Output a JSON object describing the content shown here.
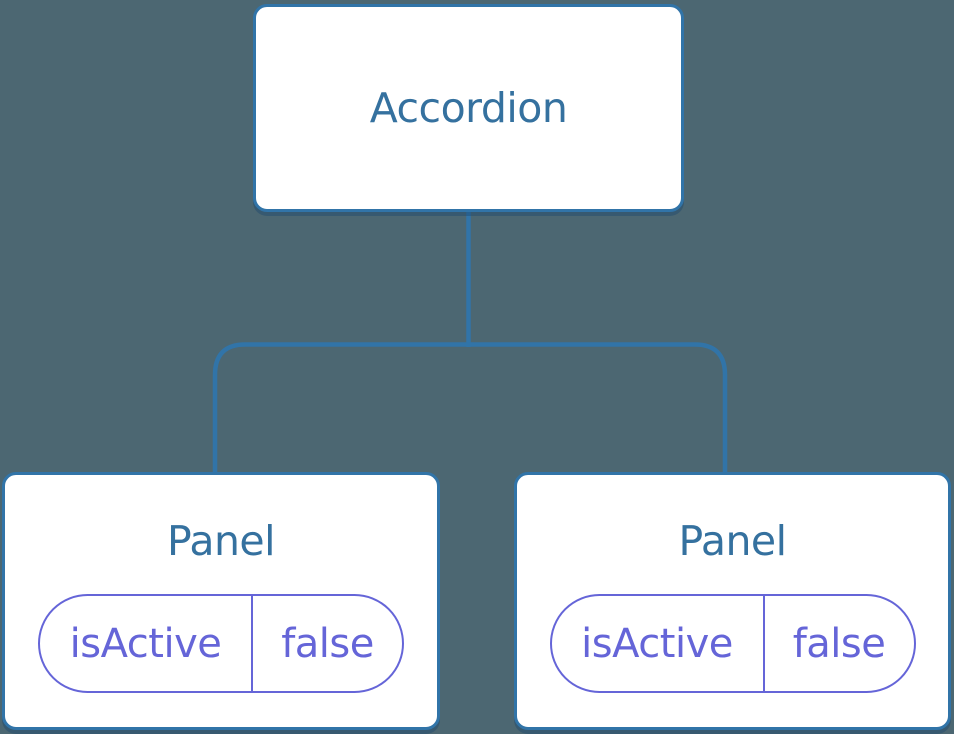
{
  "colors": {
    "background": "#4C6772",
    "line": "#3174A8",
    "node_fill": "#FFFFFF",
    "node_text": "#35719F",
    "pill": "#6565D8"
  },
  "tree": {
    "root": {
      "label": "Accordion"
    },
    "children": [
      {
        "label": "Panel",
        "props": [
          {
            "key": "isActive",
            "value": "false"
          }
        ]
      },
      {
        "label": "Panel",
        "props": [
          {
            "key": "isActive",
            "value": "false"
          }
        ]
      }
    ]
  }
}
